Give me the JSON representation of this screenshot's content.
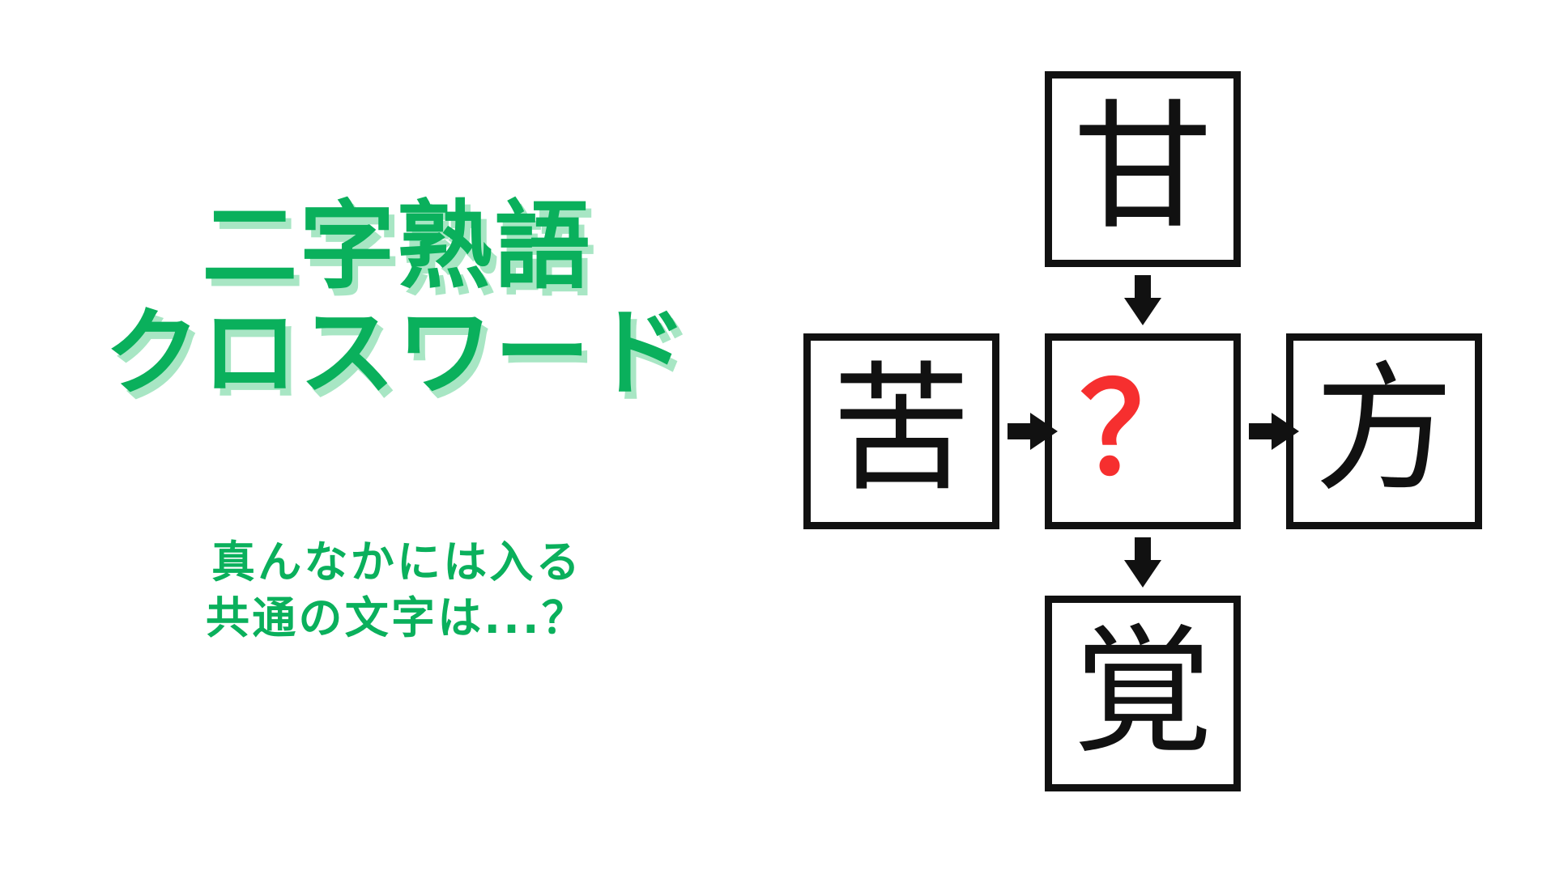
{
  "page": {
    "background_color": "#ffffff",
    "accent_green": "#0ab05c",
    "shadow_green": "#a8e6c4",
    "answer_red": "#f62f2f",
    "ink_black": "#111111"
  },
  "title": {
    "line1": "二字熟語",
    "line2": "クロスワード"
  },
  "subtitle": {
    "line1": "真んなかには入る",
    "line2": "共通の文字は...？"
  },
  "puzzle": {
    "cells": [
      {
        "position": "top",
        "character": "甘",
        "is_answer": false
      },
      {
        "position": "left",
        "character": "苦",
        "is_answer": false
      },
      {
        "position": "center",
        "character": "？",
        "is_answer": true
      },
      {
        "position": "right",
        "character": "方",
        "is_answer": false
      },
      {
        "position": "bottom",
        "character": "覚",
        "is_answer": false
      }
    ],
    "arrows": [
      {
        "name": "top-to-center",
        "direction": "down"
      },
      {
        "name": "left-to-center",
        "direction": "right"
      },
      {
        "name": "center-to-right",
        "direction": "right"
      },
      {
        "name": "center-to-bottom",
        "direction": "down"
      }
    ]
  }
}
